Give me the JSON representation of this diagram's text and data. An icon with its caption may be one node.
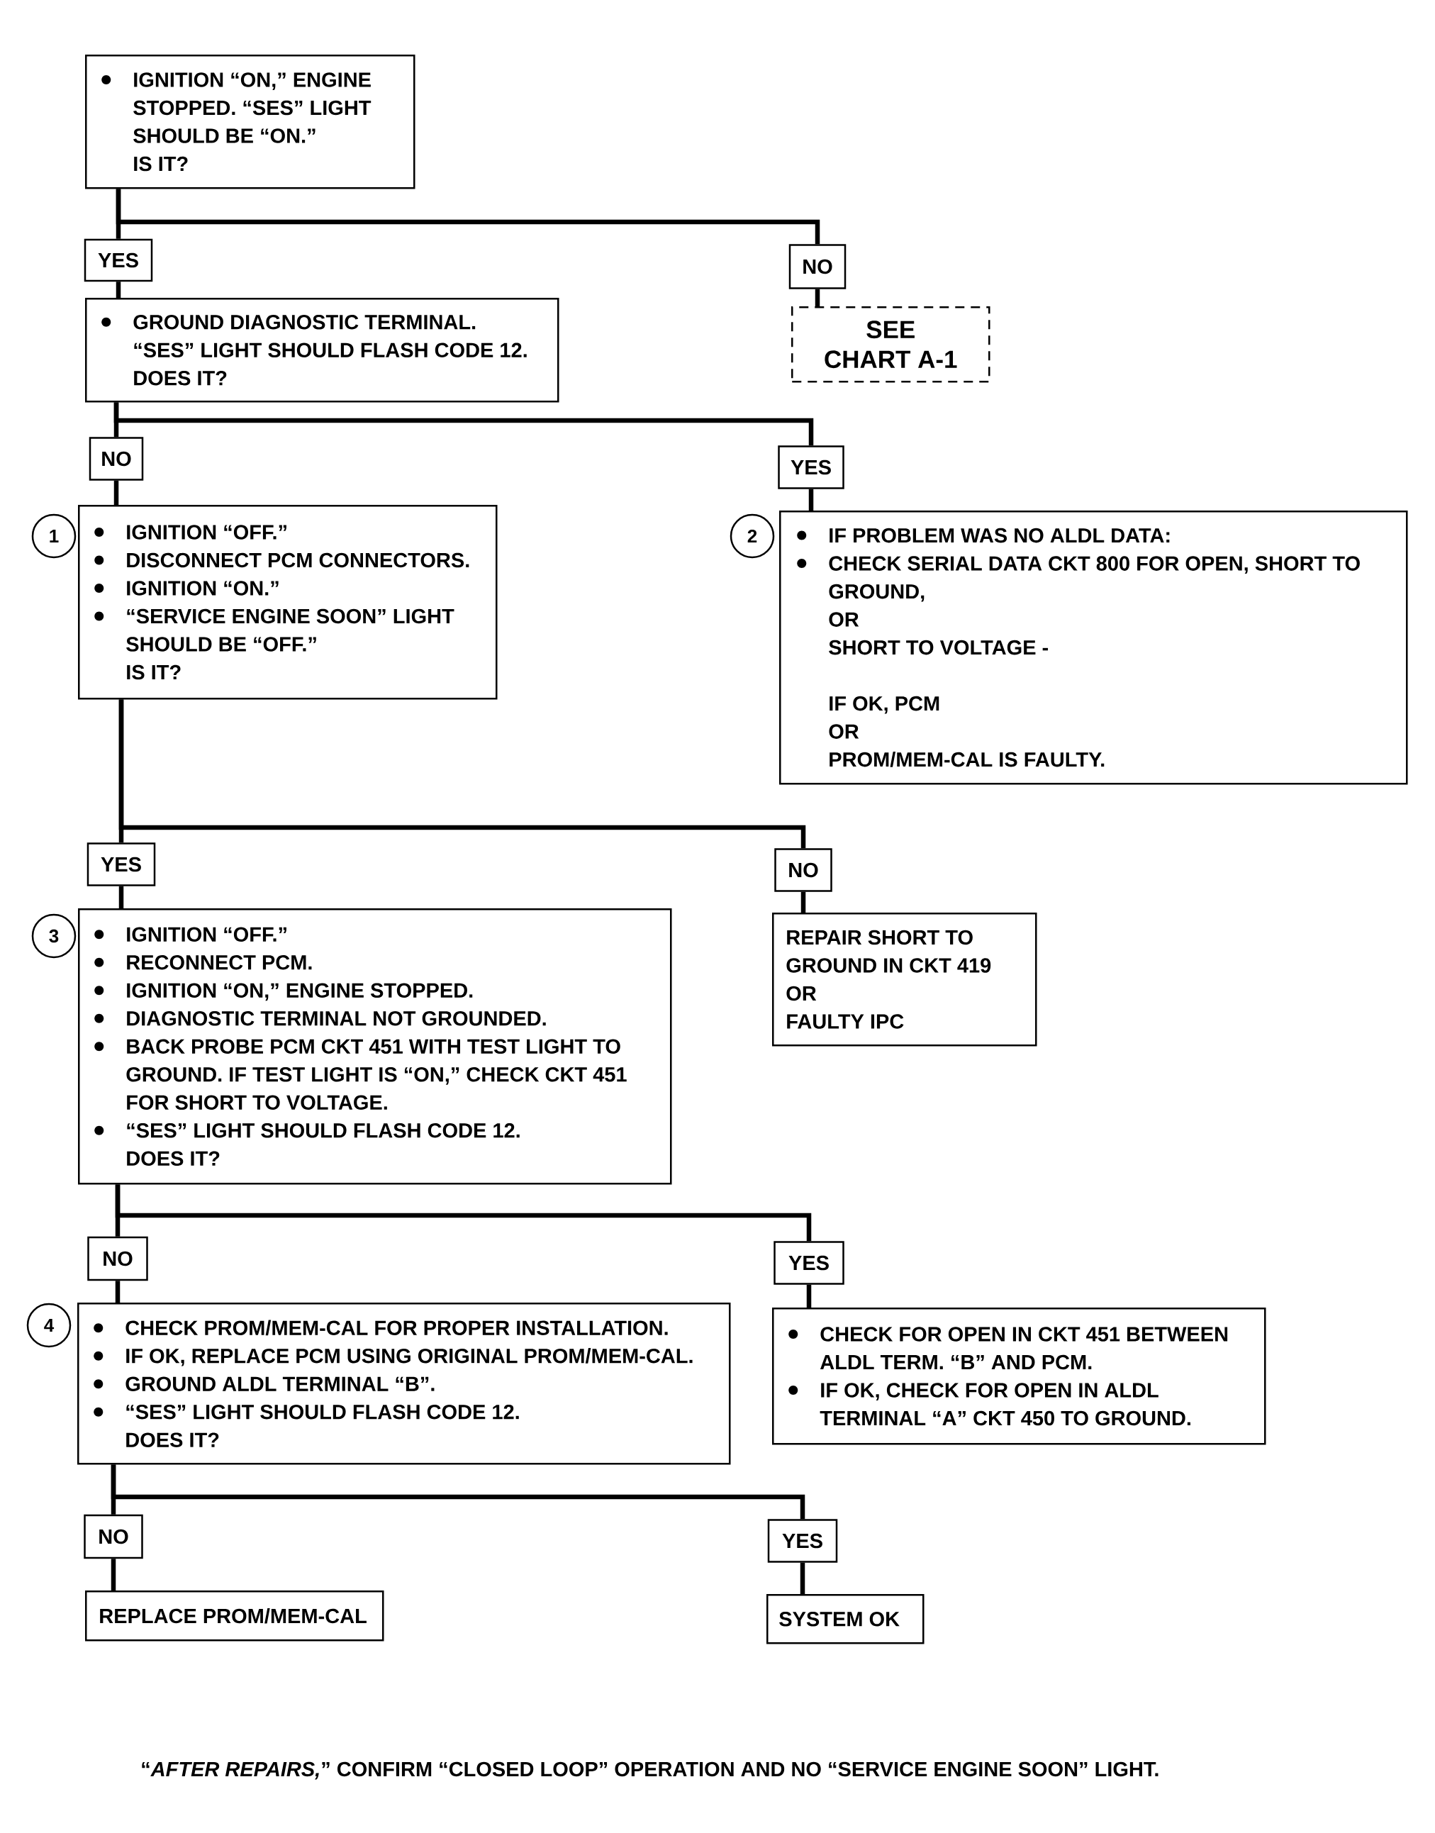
{
  "diagram": {
    "nodes": [
      {
        "text": [
          "IGNITION “ON,” ENGINE STOPPED. “SES” LIGHT SHOULD BE “ON.”",
          "IS IT?"
        ]
      },
      {
        "text": [
          "YES"
        ]
      },
      {
        "text": [
          "NO"
        ]
      },
      {
        "text": [
          "GROUND DIAGNOSTIC TERMINAL. “SES” LIGHT SHOULD FLASH CODE 12.",
          "DOES IT?"
        ]
      },
      {
        "text": [
          "SEE CHART A-1"
        ]
      },
      {
        "text": [
          "NO"
        ]
      },
      {
        "text": [
          "YES"
        ]
      },
      {
        "text": [
          "1"
        ]
      },
      {
        "text": [
          "IGNITION “OFF.”",
          "DISCONNECT PCM CONNECTORS.",
          "IGNITION “ON.”",
          "“SERVICE ENGINE SOON” LIGHT SHOULD BE “OFF.”",
          "IS IT?"
        ]
      },
      {
        "text": [
          "2"
        ]
      },
      {
        "text": [
          "IF PROBLEM WAS NO ALDL DATA:",
          "CHECK SERIAL DATA CKT 800 FOR OPEN, SHORT TO GROUND,",
          "OR",
          "SHORT TO VOLTAGE -",
          "IF OK, PCM",
          "OR",
          "PROM/MEM-CAL IS FAULTY."
        ]
      },
      {
        "text": [
          "YES"
        ]
      },
      {
        "text": [
          "NO"
        ]
      },
      {
        "text": [
          "3"
        ]
      },
      {
        "text": [
          "IGNITION “OFF.”",
          "RECONNECT PCM.",
          "IGNITION “ON,” ENGINE STOPPED.",
          "DIAGNOSTIC TERMINAL NOT GROUNDED.",
          "BACK PROBE PCM CKT 451 WITH TEST LIGHT TO GROUND. IF TEST LIGHT IS “ON,” CHECK CKT 451 FOR SHORT TO VOLTAGE.",
          "“SES” LIGHT SHOULD FLASH CODE 12.",
          "DOES IT?"
        ]
      },
      {
        "text": [
          "REPAIR SHORT TO GROUND IN CKT 419",
          "OR",
          "FAULTY IPC"
        ]
      },
      {
        "text": [
          "NO"
        ]
      },
      {
        "text": [
          "YES"
        ]
      },
      {
        "text": [
          "4"
        ]
      },
      {
        "text": [
          "CHECK PROM/MEM-CAL FOR PROPER INSTALLATION.",
          "IF OK, REPLACE PCM USING ORIGINAL PROM/MEM-CAL.",
          "GROUND ALDL TERMINAL “B”.",
          "“SES” LIGHT SHOULD FLASH CODE 12.",
          "DOES IT?"
        ]
      },
      {
        "text": [
          "CHECK FOR OPEN IN CKT 451 BETWEEN ALDL TERM. “B” AND PCM.",
          "IF OK, CHECK FOR OPEN IN ALDL TERMINAL “A” CKT 450 TO GROUND."
        ]
      },
      {
        "text": [
          "NO"
        ]
      },
      {
        "text": [
          "YES"
        ]
      },
      {
        "text": [
          "REPLACE PROM/MEM-CAL"
        ]
      },
      {
        "text": [
          "SYSTEM OK"
        ]
      }
    ],
    "edges": [
      {
        "from": 0,
        "to": 1,
        "arrow": "none"
      },
      {
        "from": 0,
        "to": 2,
        "arrow": "none"
      },
      {
        "from": 1,
        "to": 3,
        "arrow": "none"
      },
      {
        "from": 2,
        "to": 4,
        "arrow": "none"
      },
      {
        "from": 3,
        "to": 5,
        "arrow": "none"
      },
      {
        "from": 3,
        "to": 6,
        "arrow": "none"
      },
      {
        "from": 5,
        "to": 8,
        "arrow": "none"
      },
      {
        "from": 6,
        "to": 10,
        "arrow": "none"
      },
      {
        "from": 8,
        "to": 11,
        "arrow": "none"
      },
      {
        "from": 8,
        "to": 12,
        "arrow": "none"
      },
      {
        "from": 11,
        "to": 14,
        "arrow": "none"
      },
      {
        "from": 12,
        "to": 15,
        "arrow": "none"
      },
      {
        "from": 14,
        "to": 16,
        "arrow": "none"
      },
      {
        "from": 14,
        "to": 17,
        "arrow": "none"
      },
      {
        "from": 16,
        "to": 19,
        "arrow": "none"
      },
      {
        "from": 17,
        "to": 20,
        "arrow": "none"
      },
      {
        "from": 19,
        "to": 21,
        "arrow": "none"
      },
      {
        "from": 19,
        "to": 22,
        "arrow": "none"
      },
      {
        "from": 21,
        "to": 23,
        "arrow": "none"
      },
      {
        "from": 22,
        "to": 24,
        "arrow": "none"
      }
    ],
    "caption": "“*AFTER REPAIRS,*” CONFIRM “CLOSED LOOP” OPERATION AND NO “SERVICE ENGINE SOON” LIGHT."
  }
}
